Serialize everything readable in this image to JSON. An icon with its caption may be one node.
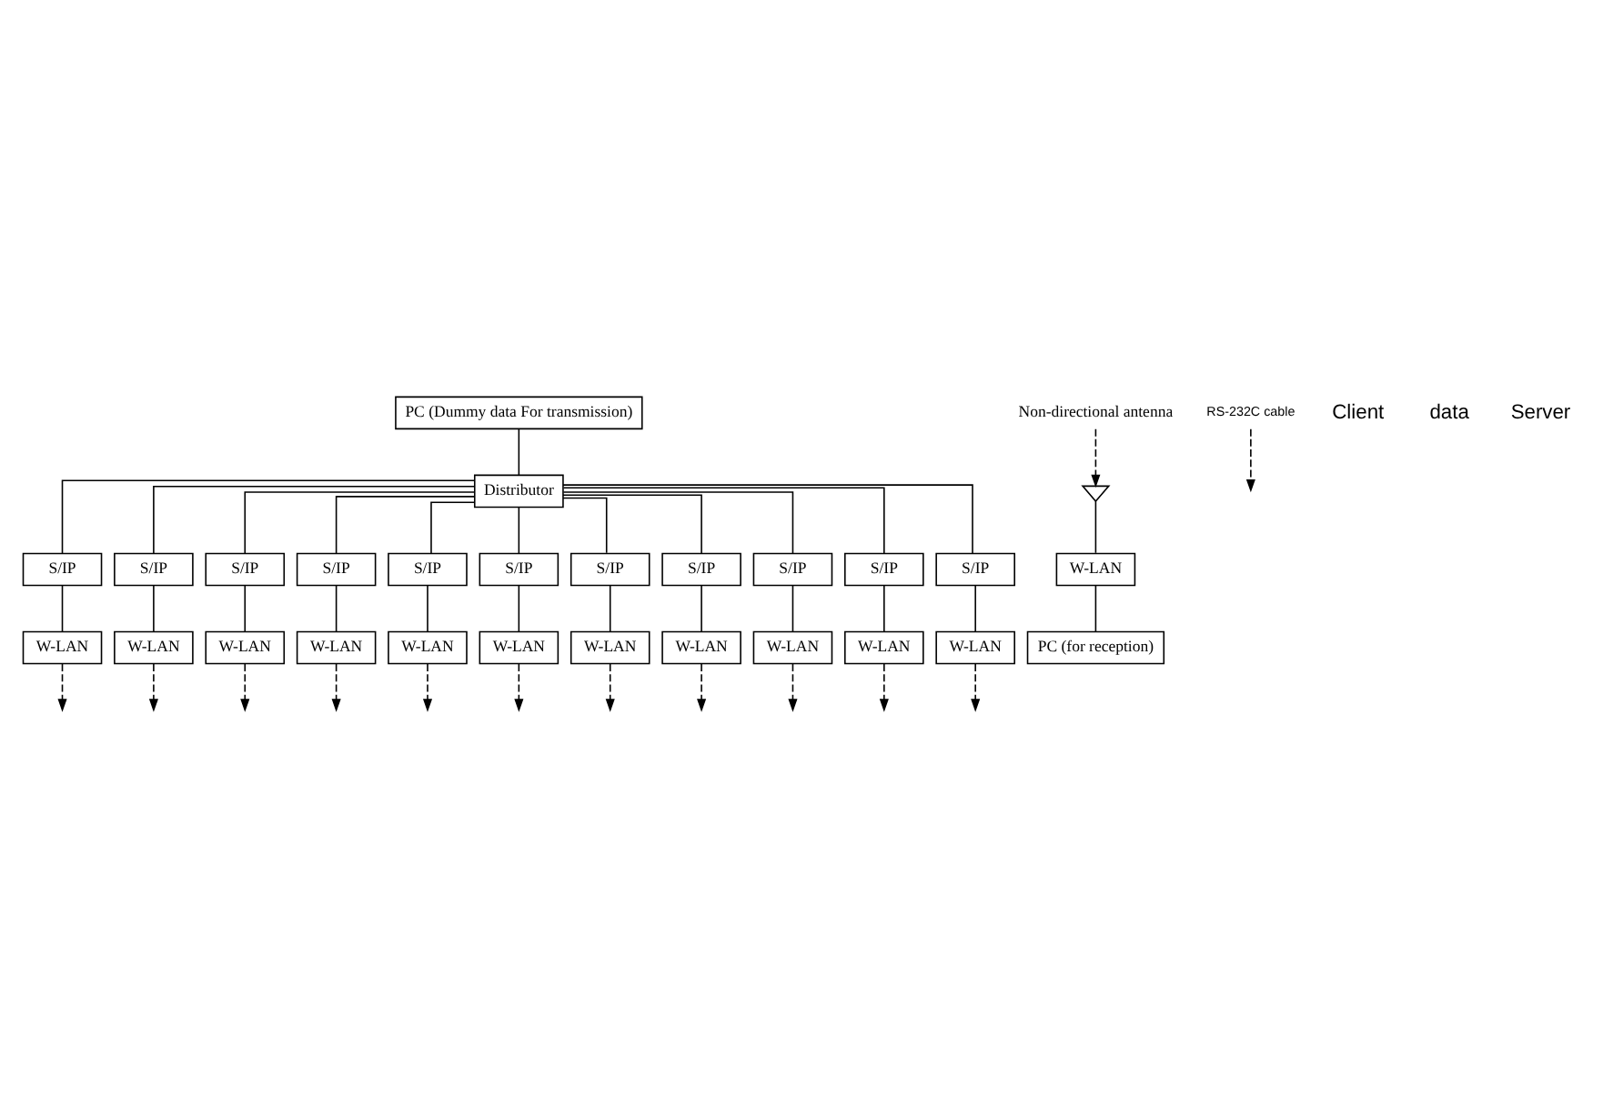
{
  "diagram": {
    "nodes": [
      {
        "text": [
          "PC (Dummy data For transmission)"
        ]
      },
      {
        "text": [
          "Distributor"
        ]
      },
      {
        "text": [
          "S/IP"
        ]
      },
      {
        "text": [
          "S/IP"
        ]
      },
      {
        "text": [
          "S/IP"
        ]
      },
      {
        "text": [
          "S/IP"
        ]
      },
      {
        "text": [
          "S/IP"
        ]
      },
      {
        "text": [
          "S/IP"
        ]
      },
      {
        "text": [
          "S/IP"
        ]
      },
      {
        "text": [
          "S/IP"
        ]
      },
      {
        "text": [
          "S/IP"
        ]
      },
      {
        "text": [
          "S/IP"
        ]
      },
      {
        "text": [
          "S/IP"
        ]
      },
      {
        "text": [
          "W-LAN"
        ]
      },
      {
        "text": [
          "W-LAN"
        ]
      },
      {
        "text": [
          "W-LAN"
        ]
      },
      {
        "text": [
          "W-LAN"
        ]
      },
      {
        "text": [
          "W-LAN"
        ]
      },
      {
        "text": [
          "W-LAN"
        ]
      },
      {
        "text": [
          "W-LAN"
        ]
      },
      {
        "text": [
          "W-LAN"
        ]
      },
      {
        "text": [
          "W-LAN"
        ]
      },
      {
        "text": [
          "W-LAN"
        ]
      },
      {
        "text": [
          "W-LAN"
        ]
      },
      {
        "text": [],
        "shape": "picture"
      },
      {
        "text": [
          "W-LAN"
        ]
      },
      {
        "text": [
          "PC (for reception)"
        ]
      },
      {
        "text": [
          "Non-directional antenna"
        ]
      },
      {
        "text": [
          "RS-232C cable"
        ]
      }
    ],
    "edges": [
      {
        "from": 0,
        "to": 1,
        "arrow": "none"
      },
      {
        "from": 1,
        "to": 2,
        "arrow": "none"
      },
      {
        "from": 1,
        "to": 3,
        "arrow": "none"
      },
      {
        "from": 1,
        "to": 4,
        "arrow": "none"
      },
      {
        "from": 1,
        "to": 5,
        "arrow": "none"
      },
      {
        "from": 1,
        "to": 6,
        "arrow": "none"
      },
      {
        "from": 1,
        "to": 7,
        "arrow": "none"
      },
      {
        "from": 1,
        "to": 8,
        "arrow": "none"
      },
      {
        "from": 1,
        "to": 9,
        "arrow": "none"
      },
      {
        "from": 1,
        "to": 10,
        "arrow": "none"
      },
      {
        "from": 1,
        "to": 11,
        "arrow": "none"
      },
      {
        "from": 1,
        "to": 12,
        "arrow": "none"
      },
      {
        "from": 2,
        "to": 13,
        "arrow": "none"
      },
      {
        "from": 3,
        "to": 14,
        "arrow": "none"
      },
      {
        "from": 4,
        "to": 15,
        "arrow": "none"
      },
      {
        "from": 5,
        "to": 16,
        "arrow": "none"
      },
      {
        "from": 6,
        "to": 17,
        "arrow": "none"
      },
      {
        "from": 7,
        "to": 18,
        "arrow": "none"
      },
      {
        "from": 8,
        "to": 19,
        "arrow": "none"
      },
      {
        "from": 9,
        "to": 20,
        "arrow": "none"
      },
      {
        "from": 10,
        "to": 21,
        "arrow": "none"
      },
      {
        "from": 11,
        "to": 22,
        "arrow": "none"
      },
      {
        "from": 12,
        "to": 23,
        "arrow": "none"
      },
      {
        "from": 13,
        "to": null,
        "arrow": "to",
        "style": "dashed"
      },
      {
        "from": 14,
        "to": null,
        "arrow": "to",
        "style": "dashed"
      },
      {
        "from": 15,
        "to": null,
        "arrow": "to",
        "style": "dashed"
      },
      {
        "from": 16,
        "to": null,
        "arrow": "to",
        "style": "dashed"
      },
      {
        "from": 17,
        "to": null,
        "arrow": "to",
        "style": "dashed"
      },
      {
        "from": 18,
        "to": null,
        "arrow": "to",
        "style": "dashed"
      },
      {
        "from": 19,
        "to": null,
        "arrow": "to",
        "style": "dashed"
      },
      {
        "from": 20,
        "to": null,
        "arrow": "to",
        "style": "dashed"
      },
      {
        "from": 21,
        "to": null,
        "arrow": "to",
        "style": "dashed"
      },
      {
        "from": 22,
        "to": null,
        "arrow": "to",
        "style": "dashed"
      },
      {
        "from": 23,
        "to": null,
        "arrow": "to",
        "style": "dashed"
      },
      {
        "from": 24,
        "to": 25,
        "arrow": "none"
      },
      {
        "from": 25,
        "to": 26,
        "arrow": "none"
      },
      {
        "from": 27,
        "to": 24,
        "arrow": "to",
        "style": "dashed"
      },
      {
        "from": 28,
        "to": null,
        "arrow": "to",
        "style": "dashed"
      }
    ],
    "labels": [
      "Client",
      "data",
      "Server"
    ]
  }
}
